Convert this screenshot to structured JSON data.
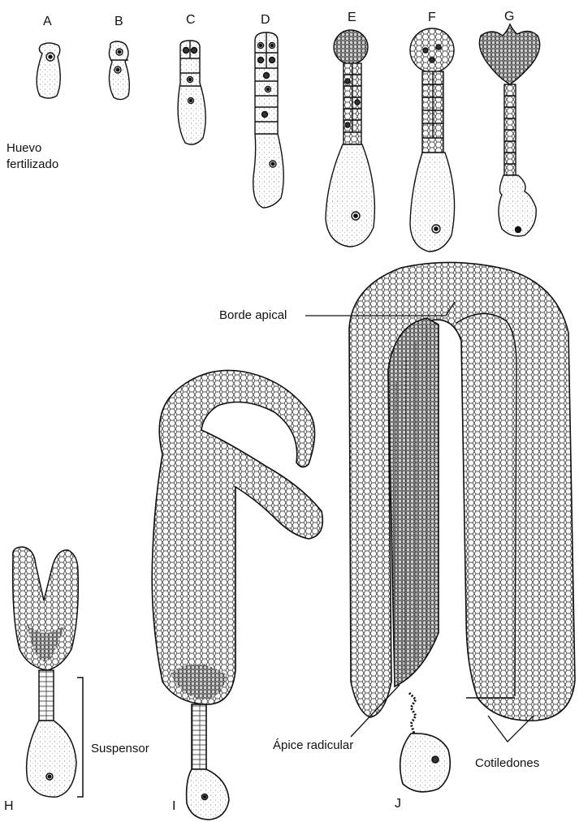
{
  "stage_letters": [
    "A",
    "B",
    "C",
    "D",
    "E",
    "F",
    "G",
    "H",
    "I",
    "J"
  ],
  "labels": {
    "fertilized_egg": [
      "Huevo",
      "fertilizado"
    ],
    "suspensor": "Suspensor",
    "apical_edge": "Borde apical",
    "root_apex": "Ápice radicular",
    "cotyledons": "Cotiledones"
  },
  "colors": {
    "ink": "#111111",
    "background": "#ffffff",
    "cell_fill": "#f4f4f4"
  }
}
